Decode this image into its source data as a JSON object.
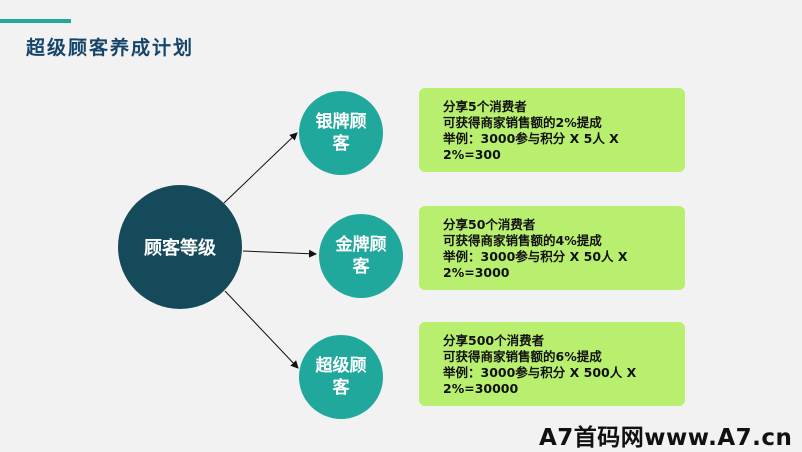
{
  "header": {
    "title": "超级顾客养成计划",
    "accent_color": "#21a99a"
  },
  "diagram": {
    "center": {
      "label": "顾客等级",
      "color": "#154a5a"
    },
    "tier_color": "#20a89c",
    "card_color": "#b9ef6e",
    "tiers": [
      {
        "label": "银牌顾客",
        "lines": [
          "分享5个消费者",
          "可获得商家销售额的2%提成",
          "举例：3000参与积分 X 5人 X 2%=300"
        ]
      },
      {
        "label": "金牌顾客",
        "lines": [
          "分享50个消费者",
          "可获得商家销售额的4%提成",
          "举例：3000参与积分 X 50人 X 2%=3000"
        ]
      },
      {
        "label": "超级顾客",
        "lines": [
          "分享500个消费者",
          "可获得商家销售额的6%提成",
          "举例：3000参与积分 X 500人 X 2%=30000"
        ]
      }
    ]
  },
  "watermark": {
    "text": "A7首码网www.A7.cn"
  }
}
